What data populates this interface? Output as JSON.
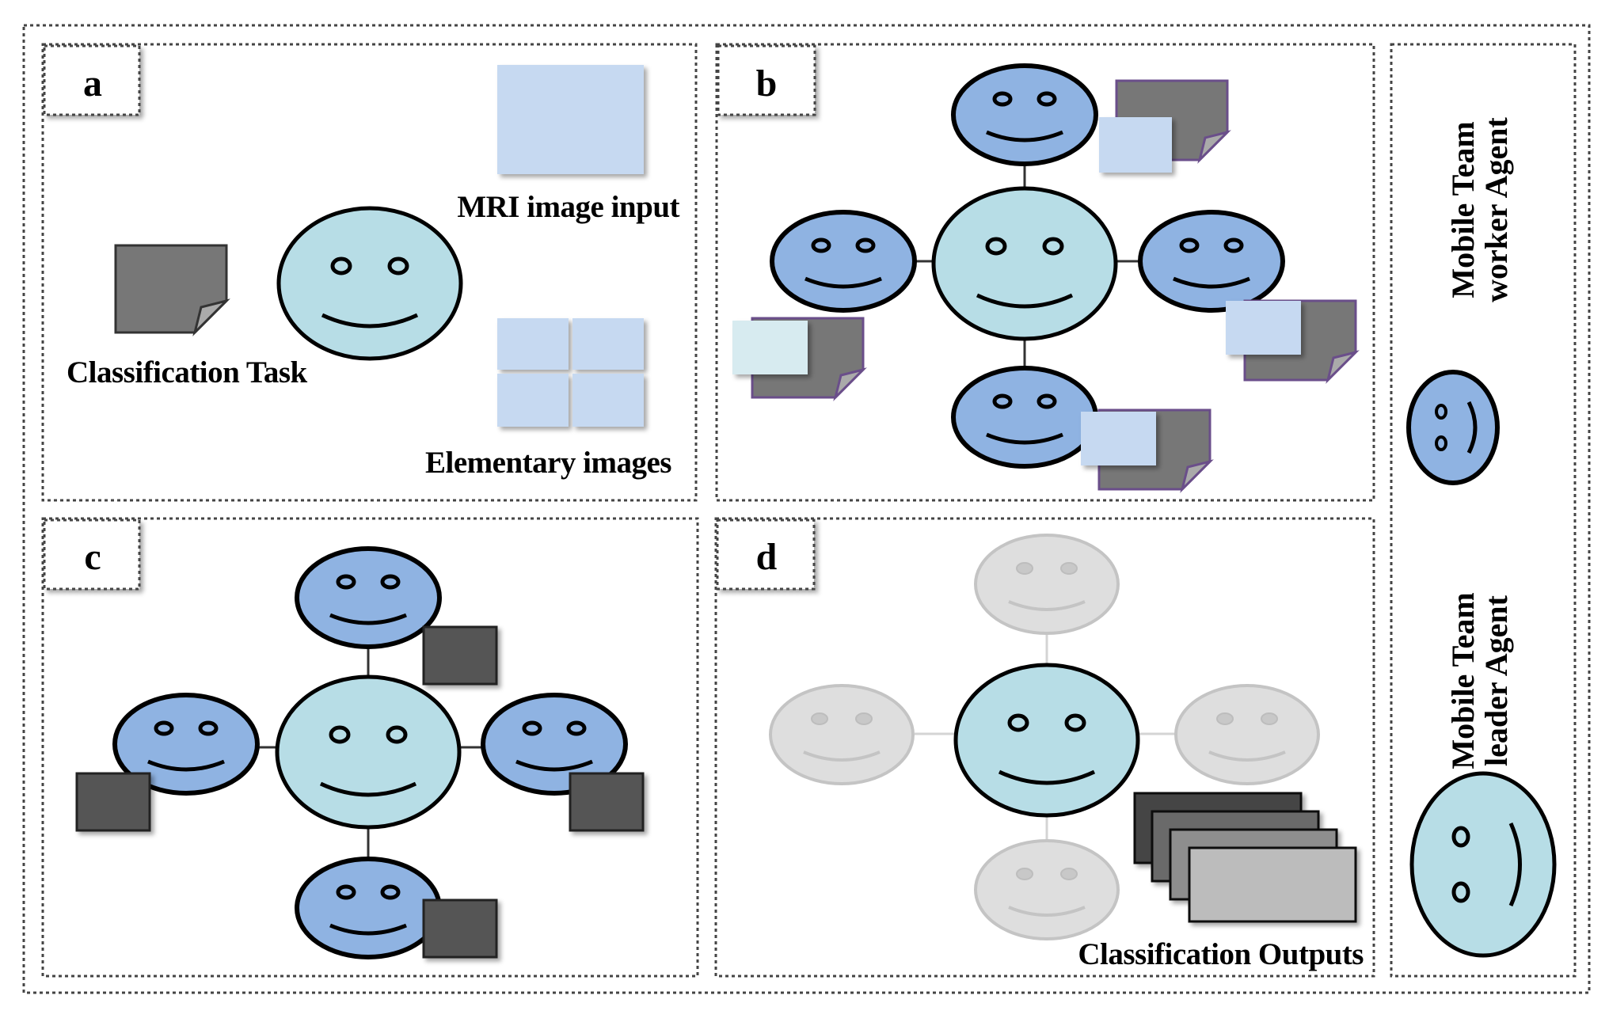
{
  "panels": {
    "a": {
      "letter": "a",
      "mri_label": "MRI image input",
      "task_label": "Classification Task",
      "elementary_label": "Elementary images"
    },
    "b": {
      "letter": "b"
    },
    "c": {
      "letter": "c"
    },
    "d": {
      "letter": "d",
      "outputs_label": "Classification Outputs"
    }
  },
  "legend": {
    "worker_line1": "Mobile Team",
    "worker_line2": "worker Agent",
    "leader_line1": "Mobile Team",
    "leader_line2": "leader Agent"
  },
  "colors": {
    "leader_fill": "#b7dde6",
    "worker_fill": "#8fb3e2",
    "image_tile": "#c6d9f1",
    "task_doc": "#777777",
    "result_box": "#555555",
    "faded_agent": "#dedede",
    "output_stack": "#bcbcbc"
  },
  "icons": {
    "leader": "leader-agent-smiley-icon",
    "worker": "worker-agent-smiley-icon",
    "task": "folded-document-icon",
    "image": "image-tile-icon"
  }
}
